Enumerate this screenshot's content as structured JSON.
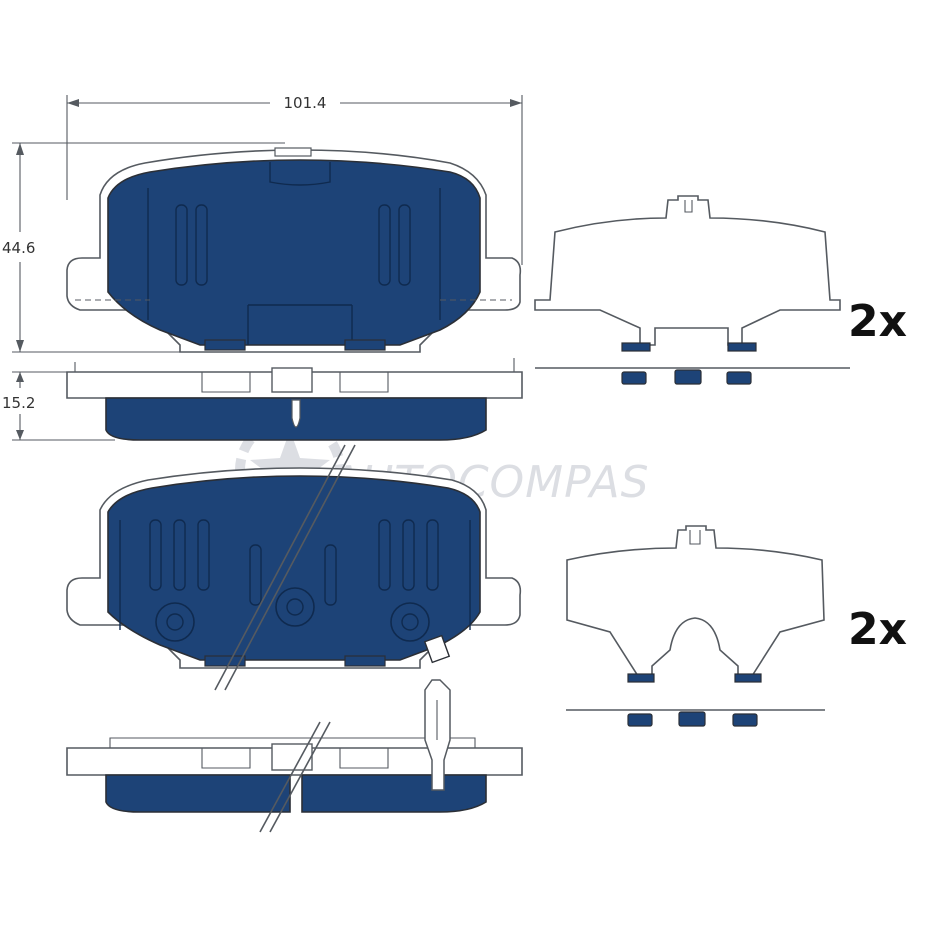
{
  "dimensions": {
    "width": "101.4",
    "height": "44.6",
    "thickness": "15.2"
  },
  "quantities": {
    "top_clip": "2x",
    "bottom_clip": "2x"
  },
  "watermark": {
    "text": "AUTOCOMPAS"
  },
  "colors": {
    "pad_friction": "#1d4377",
    "line": "#555a60",
    "watermark": "#d9dbe0"
  },
  "icons": {
    "watermark_logo": "gear-star-logo"
  }
}
